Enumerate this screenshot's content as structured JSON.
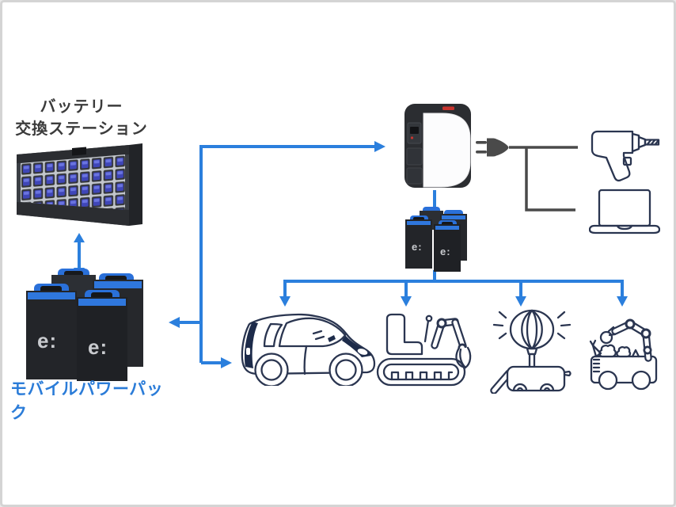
{
  "diagram_title": "battery swap ecosystem diagram",
  "station": {
    "label_line1": "バッテリー",
    "label_line2": "交換ステーション",
    "image": "battery-swap-station-rack"
  },
  "power_pack": {
    "label": "モバイルパワーパック",
    "logo": "e:",
    "image": "four-mobile-power-pack-batteries"
  },
  "power_unit": {
    "image": "portable-white-power-source-unit"
  },
  "battery_group_small": {
    "image": "four-mobile-power-pack-batteries-small"
  },
  "icons": {
    "swap_double_arrow": "vertical-double-headed-arrow",
    "plug": "ac-power-plug",
    "drill": "electric-drill",
    "laptop": "laptop-computer",
    "micro_ev": "small-electric-car",
    "mini_excavator": "mini-excavator",
    "balloon_light": "balloon-light-cart",
    "harvest_robot": "harvesting-robot-cart"
  },
  "colors": {
    "arrow_blue": "#2b7fdd",
    "label_blue": "#2b7cd8",
    "text_dark": "#3b3b3b",
    "wire_gray": "#4a4a4a",
    "icon_navy": "#2a3550",
    "battery_blue": "#2a70d9",
    "badge_red": "#c8342e",
    "border_gray": "#d4d4d4"
  }
}
